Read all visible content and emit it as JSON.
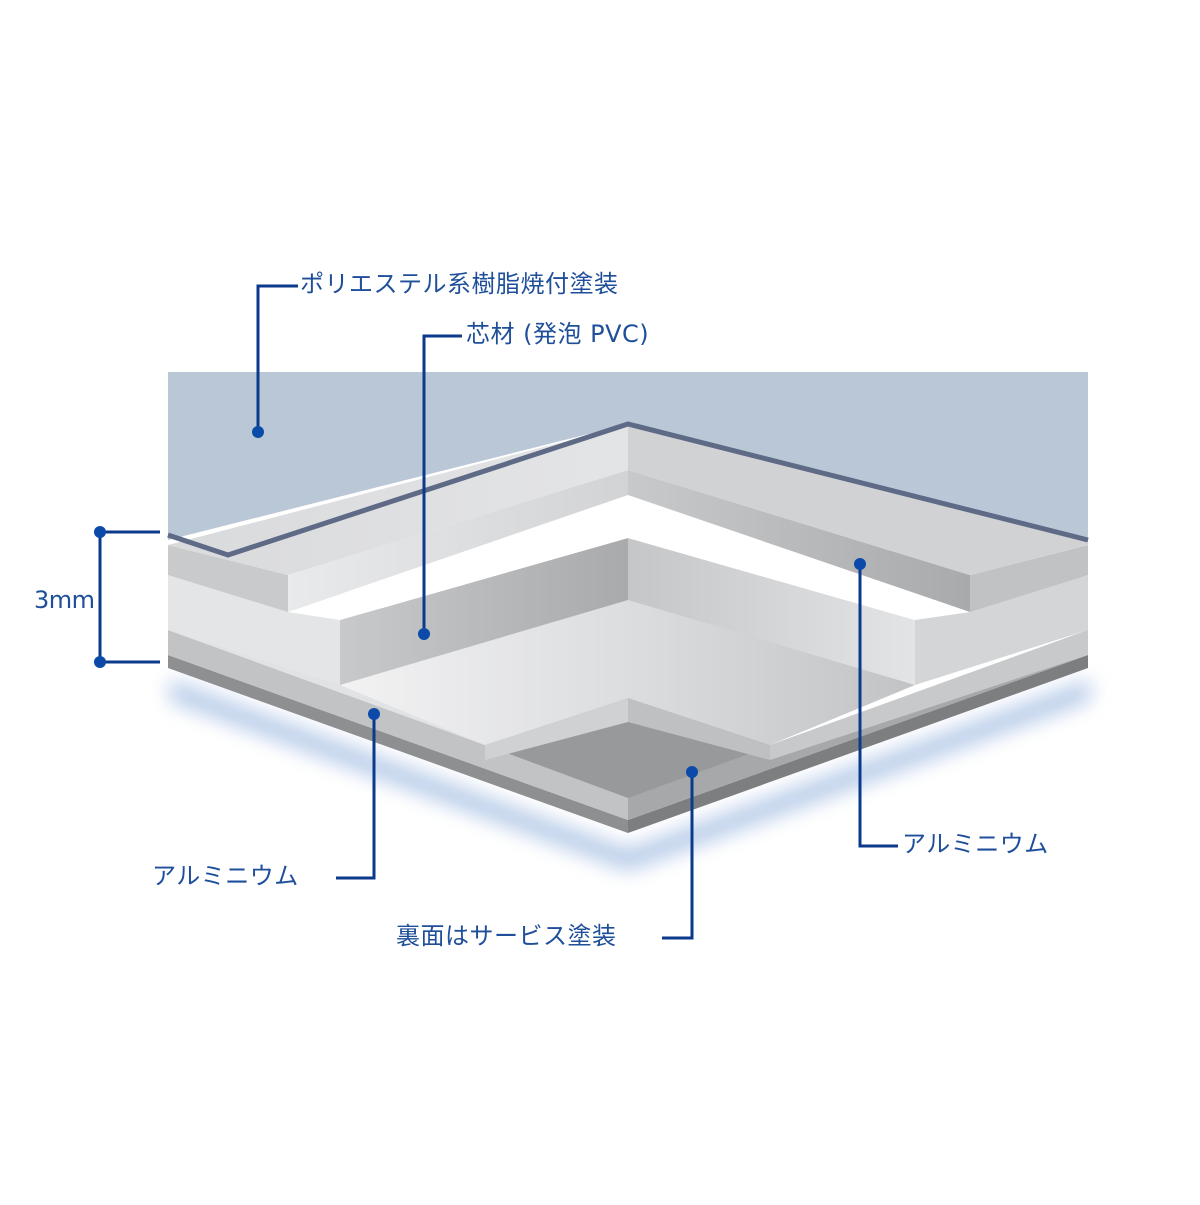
{
  "diagram": {
    "type": "layered-material-cross-section",
    "thickness_label": "3mm",
    "labels": {
      "top_coating": "ポリエステル系樹脂焼付塗装",
      "core": "芯材 (発泡 PVC)",
      "aluminum_left": "アルミニウム",
      "aluminum_right": "アルミニウム",
      "back_coating": "裏面はサービス塗装"
    },
    "layers": [
      {
        "name": "ポリエステル系樹脂焼付塗装",
        "role": "top coating",
        "color": "#b9c7d6"
      },
      {
        "name": "アルミニウム",
        "role": "top aluminum skin",
        "color": "#d6d7d9"
      },
      {
        "name": "芯材 (発泡 PVC)",
        "role": "core",
        "color": "#e6e7e8"
      },
      {
        "name": "アルミニウム",
        "role": "bottom aluminum skin",
        "color": "#cfd0d2"
      },
      {
        "name": "裏面はサービス塗装",
        "role": "back coating",
        "color": "#9a9b9d"
      }
    ],
    "colors": {
      "leader_line": "#0b3a8c",
      "label_text": "#1f4f9a",
      "top_plate": "#b9c7d6",
      "shadow": "#5b86c8"
    }
  }
}
